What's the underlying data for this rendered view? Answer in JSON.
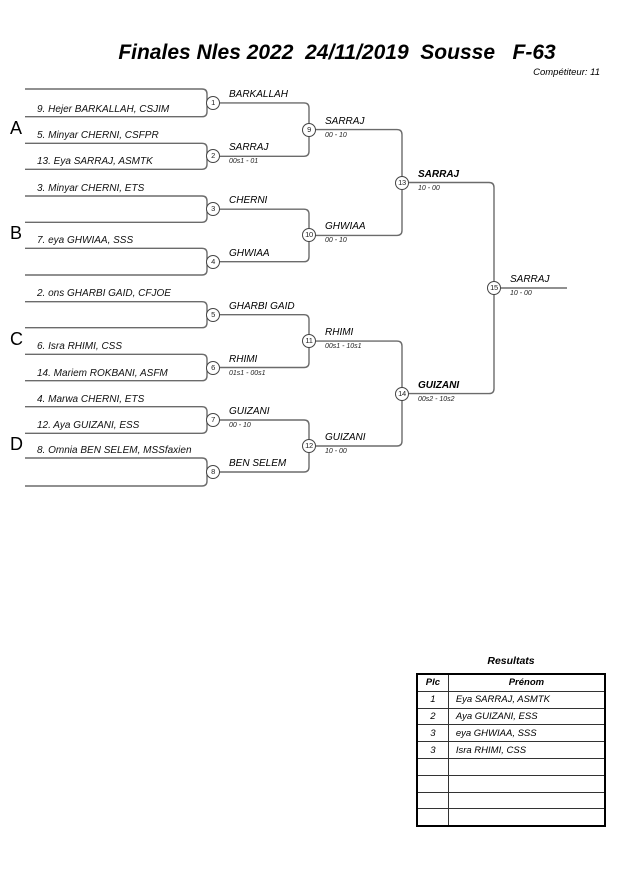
{
  "header": {
    "title": "Finales Nles 2022  24/11/2019  Sousse   F-63",
    "competitor": "Compétiteur: 11"
  },
  "groups": [
    "A",
    "B",
    "C",
    "D"
  ],
  "entries": [
    "9. Hejer BARKALLAH, CSJIM",
    "5. Minyar CHERNI, CSFPR",
    "13. Eya SARRAJ, ASMTK",
    "3. Minyar CHERNI, ETS",
    "7. eya GHWIAA, SSS",
    "2. ons GHARBI GAID, CFJOE",
    "6. Isra RHIMI, CSS",
    "14. Mariem ROKBANI, ASFM",
    "4. Marwa CHERNI, ETS",
    "12. Aya GUIZANI, ESS",
    "8. Omnia BEN SELEM, MSSfaxien"
  ],
  "matches": [
    {
      "num": "1",
      "winner": "BARKALLAH",
      "score": ""
    },
    {
      "num": "2",
      "winner": "SARRAJ",
      "score": "00s1 - 01"
    },
    {
      "num": "3",
      "winner": "CHERNI",
      "score": ""
    },
    {
      "num": "4",
      "winner": "GHWIAA",
      "score": ""
    },
    {
      "num": "5",
      "winner": "GHARBI GAID",
      "score": ""
    },
    {
      "num": "6",
      "winner": "RHIMI",
      "score": "01s1 - 00s1"
    },
    {
      "num": "7",
      "winner": "GUIZANI",
      "score": "00 - 10"
    },
    {
      "num": "8",
      "winner": "BEN SELEM",
      "score": ""
    },
    {
      "num": "9",
      "winner": "SARRAJ",
      "score": "00 - 10"
    },
    {
      "num": "10",
      "winner": "GHWIAA",
      "score": "00 - 10"
    },
    {
      "num": "11",
      "winner": "RHIMI",
      "score": "00s1 - 10s1"
    },
    {
      "num": "12",
      "winner": "GUIZANI",
      "score": "10 - 00"
    },
    {
      "num": "13",
      "winner": "SARRAJ",
      "score": "10 - 00"
    },
    {
      "num": "14",
      "winner": "GUIZANI",
      "score": "00s2 - 10s2"
    },
    {
      "num": "15",
      "winner": "SARRAJ",
      "score": "10 - 00"
    }
  ],
  "results": {
    "title": "Resultats",
    "columns": [
      "Plc",
      "Prénom"
    ],
    "rows": [
      [
        "1",
        "Eya SARRAJ, ASMTK"
      ],
      [
        "2",
        "Aya GUIZANI, ESS"
      ],
      [
        "3",
        "eya GHWIAA, SSS"
      ],
      [
        "3",
        "Isra RHIMI, CSS"
      ],
      [
        "",
        ""
      ],
      [
        "",
        ""
      ],
      [
        "",
        ""
      ],
      [
        "",
        ""
      ]
    ]
  },
  "colors": {
    "line": "#6b6b6b",
    "text": "#000000",
    "table_border": "#000000"
  }
}
